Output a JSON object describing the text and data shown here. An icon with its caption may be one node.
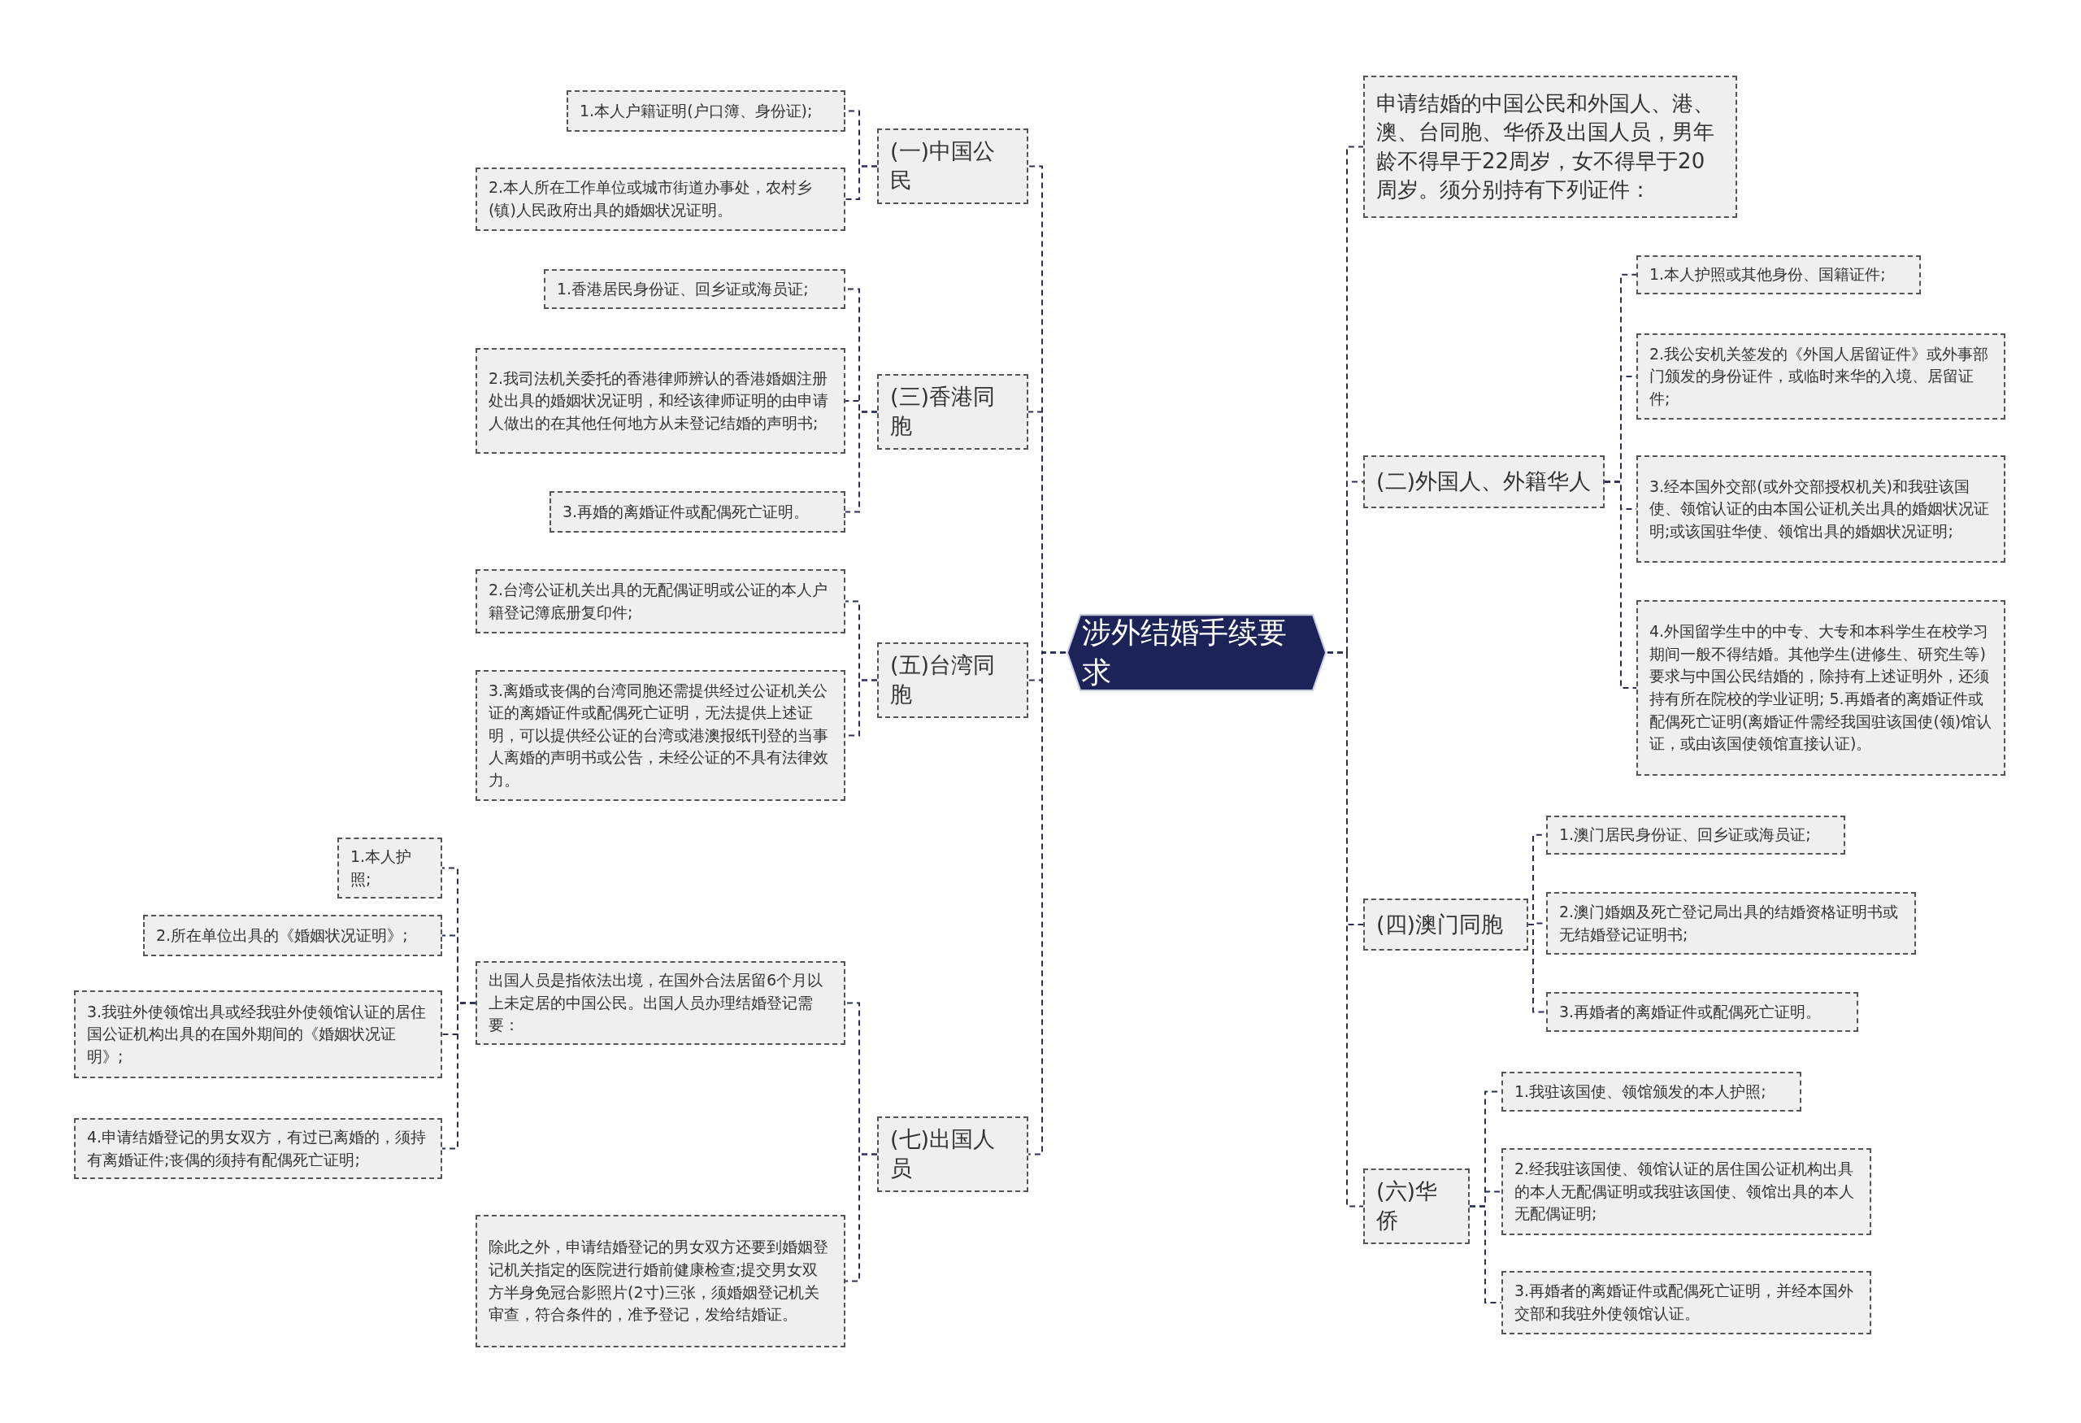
{
  "diagram": {
    "nodes": [
      {
        "text": [
          "涉外结婚手续要求"
        ]
      },
      {
        "text": [
          "(一)中国公民"
        ]
      },
      {
        "text": [
          "1.本人户籍证明(户口簿、身份证);"
        ]
      },
      {
        "text": [
          "2.本人所在工作单位或城市街道办事处，农村乡(镇)人民政府出具的婚姻状况证明。"
        ]
      },
      {
        "text": [
          "(三)香港同胞"
        ]
      },
      {
        "text": [
          "1.香港居民身份证、回乡证或海员证;"
        ]
      },
      {
        "text": [
          "2.我司法机关委托的香港律师辨认的香港婚姻注册处出具的婚姻状况证明，和经该律师证明的由申请人做出的在其他任何地方从未登记结婚的声明书;"
        ]
      },
      {
        "text": [
          "3.再婚的离婚证件或配偶死亡证明。"
        ]
      },
      {
        "text": [
          "(五)台湾同胞"
        ]
      },
      {
        "text": [
          "2.台湾公证机关出具的无配偶证明或公证的本人户籍登记簿底册复印件;"
        ]
      },
      {
        "text": [
          "3.离婚或丧偶的台湾同胞还需提供经过公证机关公证的离婚证件或配偶死亡证明，无法提供上述证明，可以提供经公证的台湾或港澳报纸刊登的当事人离婚的声明书或公告，未经公证的不具有法律效力。"
        ]
      },
      {
        "text": [
          "(七)出国人员"
        ]
      },
      {
        "text": [
          "出国人员是指依法出境，在国外合法居留6个月以上未定居的中国公民。出国人员办理结婚登记需要："
        ]
      },
      {
        "text": [
          "1.本人护照;"
        ]
      },
      {
        "text": [
          "2.所在单位出具的《婚姻状况证明》;"
        ]
      },
      {
        "text": [
          "3.我驻外使领馆出具或经我驻外使领馆认证的居住国公证机构出具的在国外期间的《婚姻状况证明》;"
        ]
      },
      {
        "text": [
          "4.申请结婚登记的男女双方，有过已离婚的，须持有离婚证件;丧偶的须持有配偶死亡证明;"
        ]
      },
      {
        "text": [
          "除此之外，申请结婚登记的男女双方还要到婚姻登记机关指定的医院进行婚前健康检查;提交男女双方半身免冠合影照片(2寸)三张，须婚姻登记机关审查，符合条件的，准予登记，发给结婚证。"
        ]
      },
      {
        "text": [
          "申请结婚的中国公民和外国人、港、澳、台同胞、华侨及出国人员，男年龄不得早于22周岁，女不得早于20周岁。须分别持有下列证件："
        ]
      },
      {
        "text": [
          "(二)外国人、外籍华人"
        ]
      },
      {
        "text": [
          "1.本人护照或其他身份、国籍证件;"
        ]
      },
      {
        "text": [
          "2.我公安机关签发的《外国人居留证件》或外事部门颁发的身份证件，或临时来华的入境、居留证件;"
        ]
      },
      {
        "text": [
          "3.经本国外交部(或外交部授权机关)和我驻该国使、领馆认证的由本国公证机关出具的婚姻状况证明;或该国驻华使、领馆出具的婚姻状况证明;"
        ]
      },
      {
        "text": [
          "4.外国留学生中的中专、大专和本科学生在校学习期间一般不得结婚。其他学生(进修生、研究生等)要求与中国公民结婚的，除持有上述证明外，还须持有所在院校的学业证明; 5.再婚者的离婚证件或配偶死亡证明(离婚证件需经我国驻该国使(领)馆认证，或由该国使领馆直接认证)。"
        ]
      },
      {
        "text": [
          "(四)澳门同胞"
        ]
      },
      {
        "text": [
          "1.澳门居民身份证、回乡证或海员证;"
        ]
      },
      {
        "text": [
          "2.澳门婚姻及死亡登记局出具的结婚资格证明书或无结婚登记证明书;"
        ]
      },
      {
        "text": [
          "3.再婚者的离婚证件或配偶死亡证明。"
        ]
      },
      {
        "text": [
          "(六)华侨"
        ]
      },
      {
        "text": [
          "1.我驻该国使、领馆颁发的本人护照;"
        ]
      },
      {
        "text": [
          "2.经我驻该国使、领馆认证的居住国公证机构出具的本人无配偶证明或我驻该国使、领馆出具的本人无配偶证明;"
        ]
      },
      {
        "text": [
          "3.再婚者的离婚证件或配偶死亡证明，并经本国外交部和我驻外使领馆认证。"
        ]
      }
    ],
    "edges": [
      {
        "from": 0,
        "to": 1,
        "arrow": "none"
      },
      {
        "from": 0,
        "to": 4,
        "arrow": "none"
      },
      {
        "from": 0,
        "to": 8,
        "arrow": "none"
      },
      {
        "from": 0,
        "to": 11,
        "arrow": "none"
      },
      {
        "from": 1,
        "to": 2,
        "arrow": "none"
      },
      {
        "from": 1,
        "to": 3,
        "arrow": "none"
      },
      {
        "from": 4,
        "to": 5,
        "arrow": "none"
      },
      {
        "from": 4,
        "to": 6,
        "arrow": "none"
      },
      {
        "from": 4,
        "to": 7,
        "arrow": "none"
      },
      {
        "from": 8,
        "to": 9,
        "arrow": "none"
      },
      {
        "from": 8,
        "to": 10,
        "arrow": "none"
      },
      {
        "from": 11,
        "to": 12,
        "arrow": "none"
      },
      {
        "from": 11,
        "to": 17,
        "arrow": "none"
      },
      {
        "from": 12,
        "to": 13,
        "arrow": "none"
      },
      {
        "from": 12,
        "to": 14,
        "arrow": "none"
      },
      {
        "from": 12,
        "to": 15,
        "arrow": "none"
      },
      {
        "from": 12,
        "to": 16,
        "arrow": "none"
      },
      {
        "from": 0,
        "to": 18,
        "arrow": "none"
      },
      {
        "from": 0,
        "to": 19,
        "arrow": "none"
      },
      {
        "from": 0,
        "to": 24,
        "arrow": "none"
      },
      {
        "from": 0,
        "to": 28,
        "arrow": "none"
      },
      {
        "from": 19,
        "to": 20,
        "arrow": "none"
      },
      {
        "from": 19,
        "to": 21,
        "arrow": "none"
      },
      {
        "from": 19,
        "to": 22,
        "arrow": "none"
      },
      {
        "from": 19,
        "to": 23,
        "arrow": "none"
      },
      {
        "from": 24,
        "to": 25,
        "arrow": "none"
      },
      {
        "from": 24,
        "to": 26,
        "arrow": "none"
      },
      {
        "from": 24,
        "to": 27,
        "arrow": "none"
      },
      {
        "from": 28,
        "to": 29,
        "arrow": "none"
      },
      {
        "from": 28,
        "to": 30,
        "arrow": "none"
      },
      {
        "from": 28,
        "to": 31,
        "arrow": "none"
      }
    ]
  }
}
